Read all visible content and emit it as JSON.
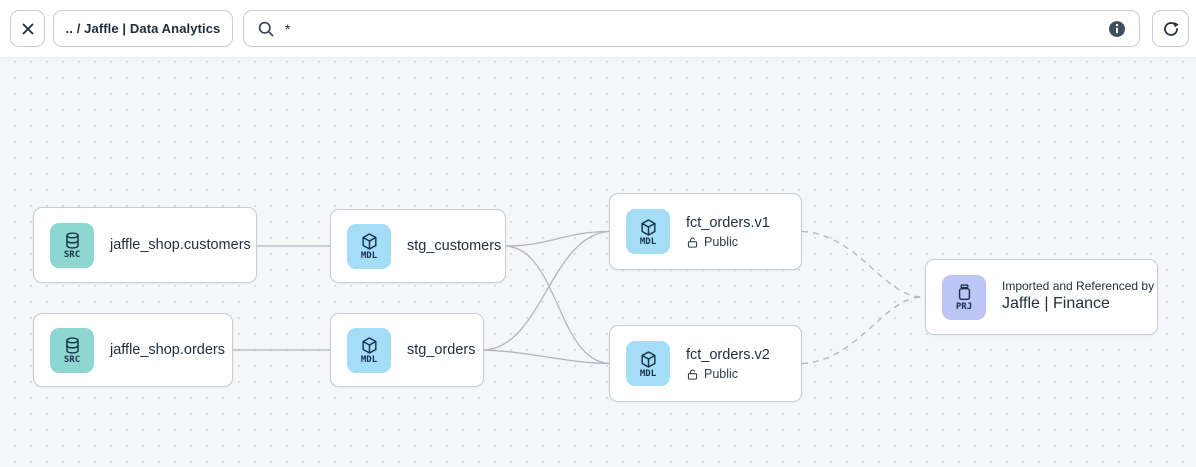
{
  "toolbar": {
    "breadcrumb": ".. / Jaffle | Data Analytics",
    "search": {
      "value": "*"
    }
  },
  "graph": {
    "colors": {
      "src": "#8ED7D1",
      "mdl": "#A6DDF6",
      "prj": "#BDC4F6",
      "edge": "#AEB6C2",
      "canvas_bg": "#F4F6F8"
    },
    "nodes": [
      {
        "badge": "SRC",
        "title": "jaffle_shop.customers"
      },
      {
        "badge": "SRC",
        "title": "jaffle_shop.orders"
      },
      {
        "badge": "MDL",
        "title": "stg_customers"
      },
      {
        "badge": "MDL",
        "title": "stg_orders"
      },
      {
        "badge": "MDL",
        "title": "fct_orders.v1",
        "access": "Public"
      },
      {
        "badge": "MDL",
        "title": "fct_orders.v2",
        "access": "Public"
      },
      {
        "badge": "PRJ",
        "subtitle": "Imported and Referenced by",
        "title": "Jaffle | Finance"
      }
    ]
  }
}
